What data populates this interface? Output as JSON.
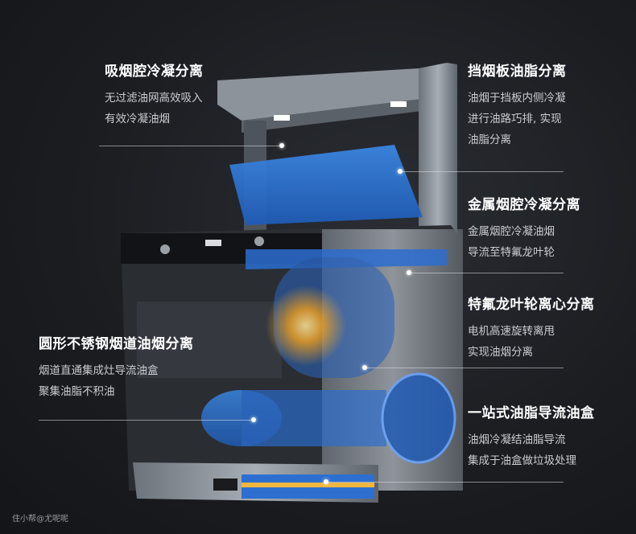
{
  "callouts": [
    {
      "title": "吸烟腔冷凝分离",
      "lines": [
        "无过滤油网高效吸入",
        "有效冷凝油烟"
      ]
    },
    {
      "title": "挡烟板油脂分离",
      "lines": [
        "油烟于挡板内侧冷凝",
        "进行油路巧排, 实现",
        "油脂分离"
      ]
    },
    {
      "title": "金属烟腔冷凝分离",
      "lines": [
        "金属烟腔冷凝油烟",
        "导流至特氟龙叶轮"
      ]
    },
    {
      "title": "特氟龙叶轮离心分离",
      "lines": [
        "电机高速旋转离甩",
        "实现油烟分离"
      ]
    },
    {
      "title": "圆形不锈钢烟道油烟分离",
      "lines": [
        "烟道直通集成灶导流油盒",
        "聚集油脂不积油"
      ]
    },
    {
      "title": "一站式油脂导流油盒",
      "lines": [
        "油烟冷凝结油脂导流",
        "集成于油盒做垃圾处理"
      ]
    }
  ],
  "watermark": "住小帮@尤呢呢",
  "colors": {
    "accent_blue": "#2f6fd6",
    "glow": "#f5b640",
    "background": "#1b1d21"
  }
}
